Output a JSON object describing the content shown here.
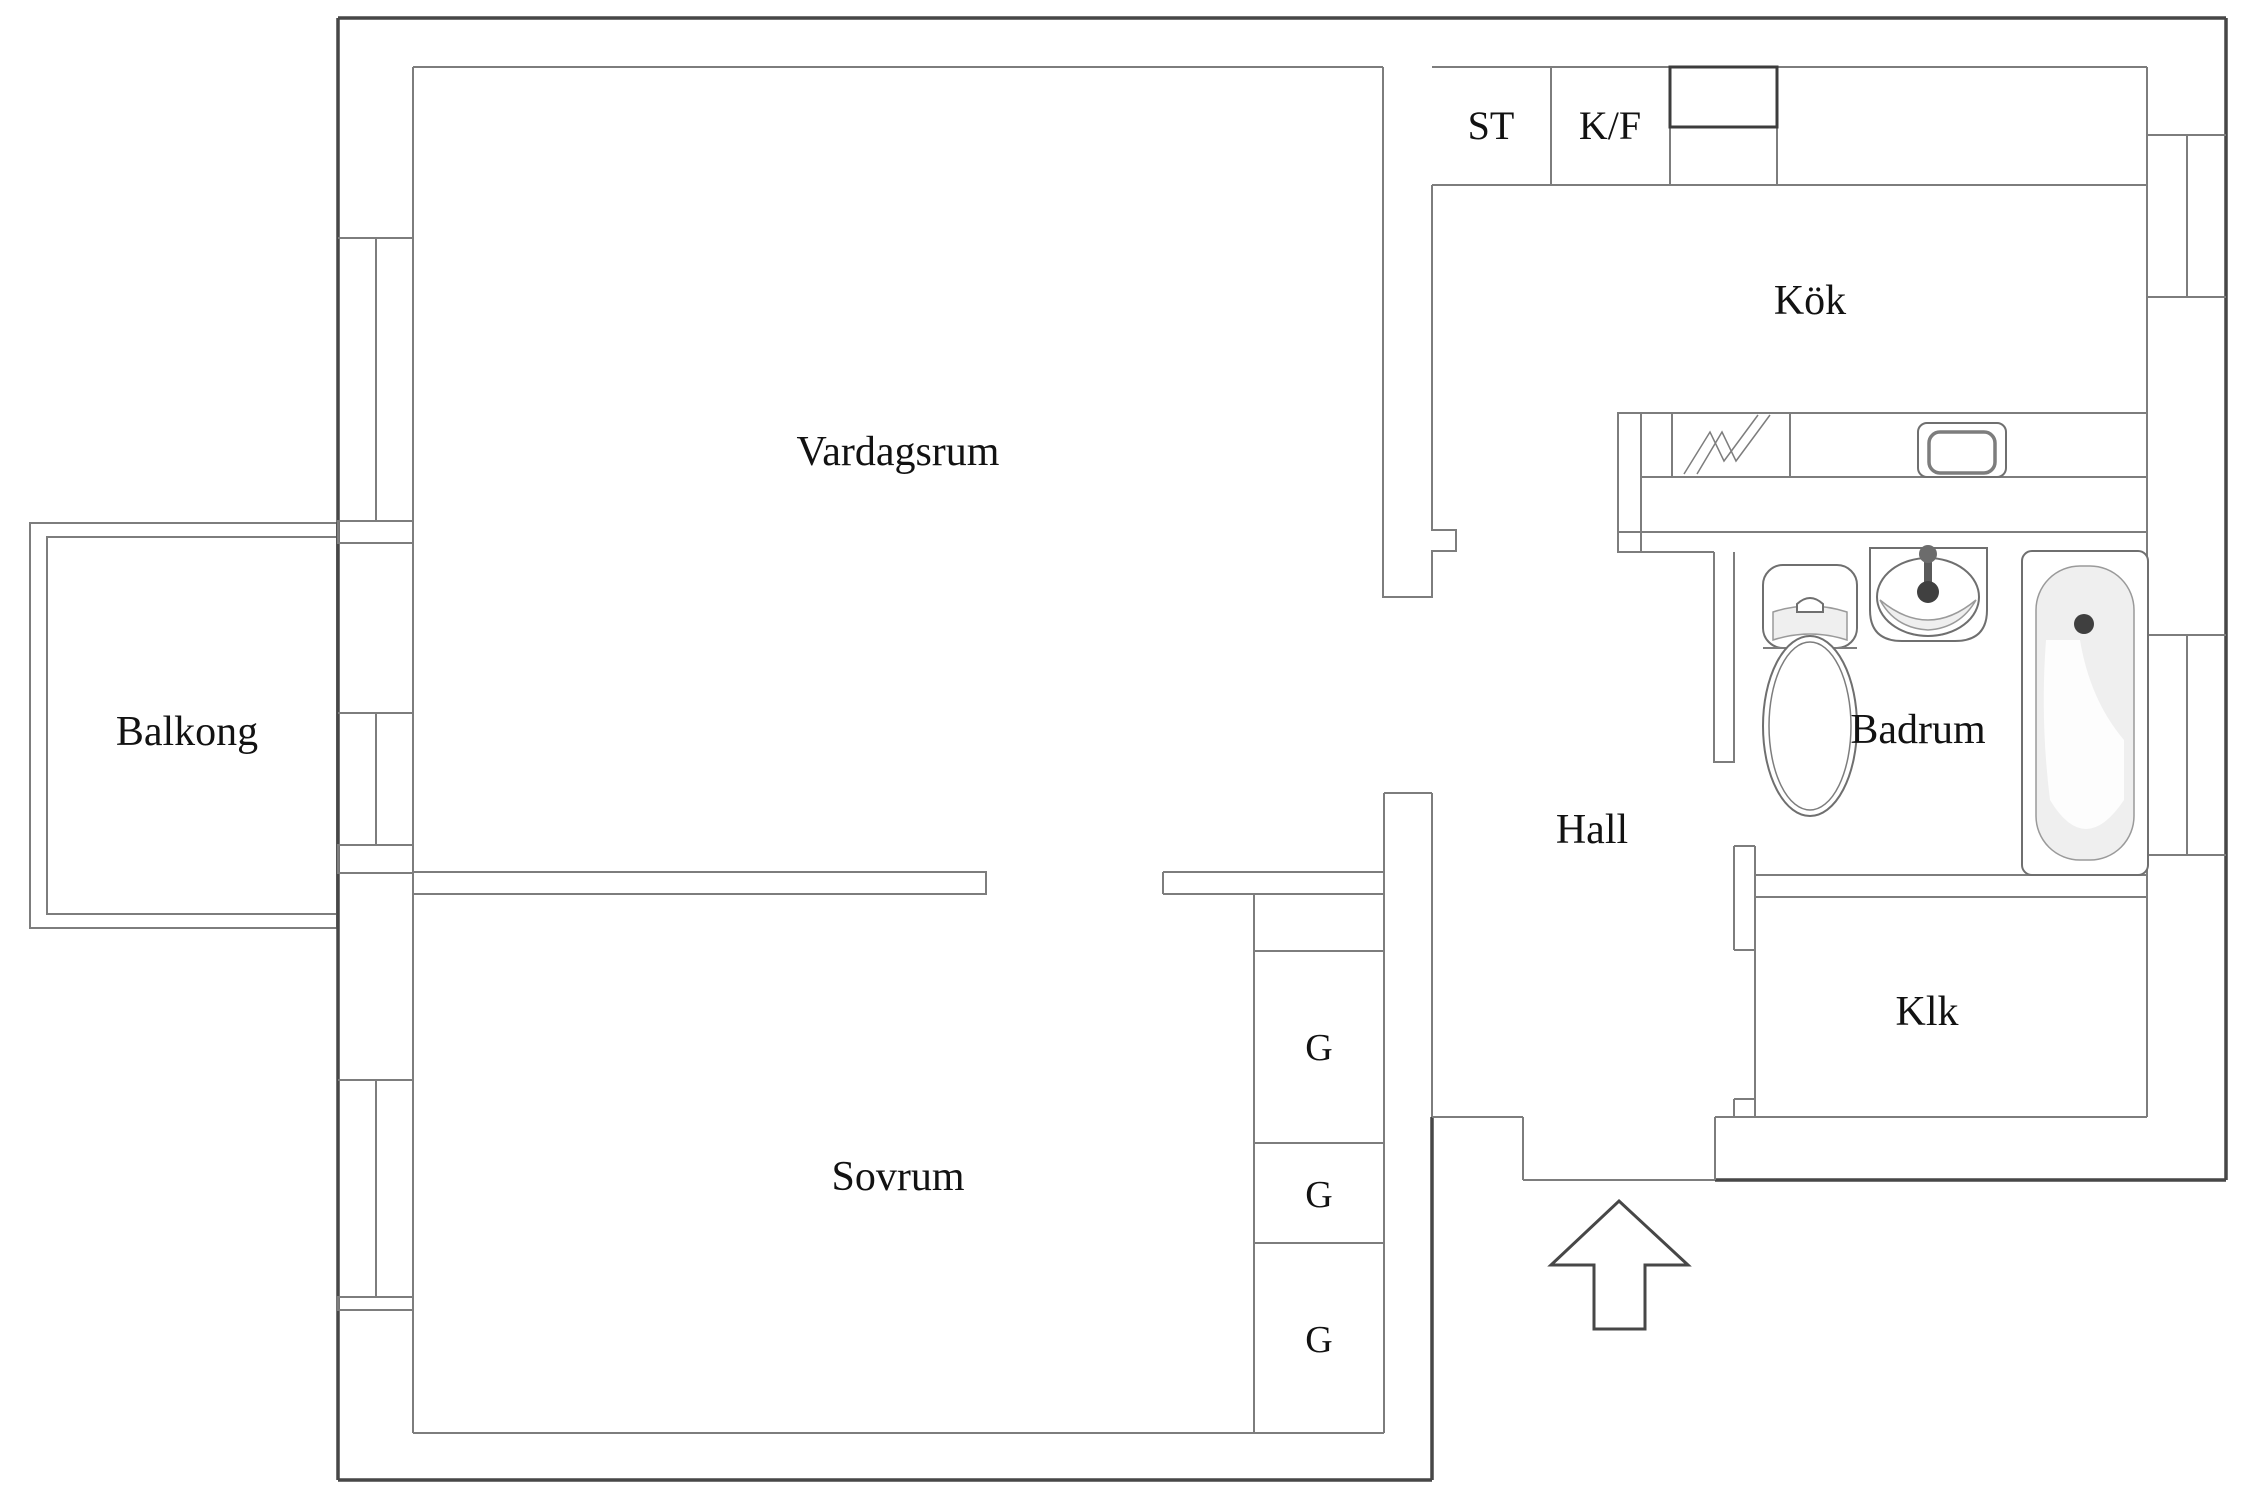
{
  "document": {
    "type": "apartment-floor-plan",
    "background_color": "#ffffff",
    "wall_color": "#7d7d7d",
    "outer_wall_color": "#474747",
    "text_color": "#121212"
  },
  "labels": {
    "vardagsrum": "Vardagsrum",
    "kok": "Kök",
    "balkong": "Balkong",
    "sovrum": "Sovrum",
    "hall": "Hall",
    "badrum": "Badrum",
    "klk": "Klk",
    "st": "ST",
    "kf": "K/F",
    "g": "G"
  },
  "rooms": [
    {
      "name": "Vardagsrum"
    },
    {
      "name": "Kök"
    },
    {
      "name": "Sovrum"
    },
    {
      "name": "Hall"
    },
    {
      "name": "Badrum"
    },
    {
      "name": "Klk"
    },
    {
      "name": "Balkong"
    }
  ],
  "fixtures": [
    "stove-icon",
    "kitchen-sink-icon",
    "toilet-icon",
    "washbasin-icon",
    "bathtub-icon",
    "entrance-arrow-icon",
    "window-niche",
    "wardrobe-g",
    "closet-st",
    "fridge-freezer-kf"
  ]
}
